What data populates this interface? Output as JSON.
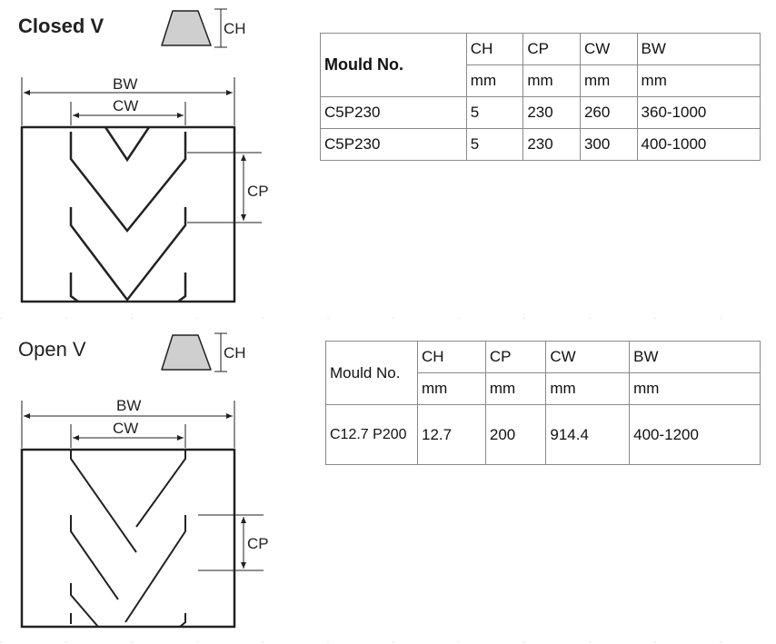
{
  "closed": {
    "title": "Closed V",
    "labels": {
      "ch": "CH",
      "bw": "BW",
      "cw": "CW",
      "cp": "CP"
    },
    "table": {
      "mould_header": "Mould No.",
      "columns": [
        "CH",
        "CP",
        "CW",
        "BW"
      ],
      "units": [
        "mm",
        "mm",
        "mm",
        "mm"
      ],
      "rows": [
        [
          "C5P230",
          "5",
          "230",
          "260",
          "360-1000"
        ],
        [
          "C5P230",
          "5",
          "230",
          "300",
          "400-1000"
        ]
      ]
    }
  },
  "open": {
    "title": "Open V",
    "labels": {
      "ch": "CH",
      "bw": "BW",
      "cw": "CW",
      "cp": "CP"
    },
    "table": {
      "mould_header": "Mould No.",
      "columns": [
        "CH",
        "CP",
        "CW",
        "BW"
      ],
      "units": [
        "mm",
        "mm",
        "mm",
        "mm"
      ],
      "rows": [
        [
          "C12.7 P200",
          "12.7",
          "200",
          "914.4",
          "400-1200"
        ]
      ]
    }
  },
  "colors": {
    "profile_fill": "#cfcfcf",
    "line": "#222222"
  }
}
